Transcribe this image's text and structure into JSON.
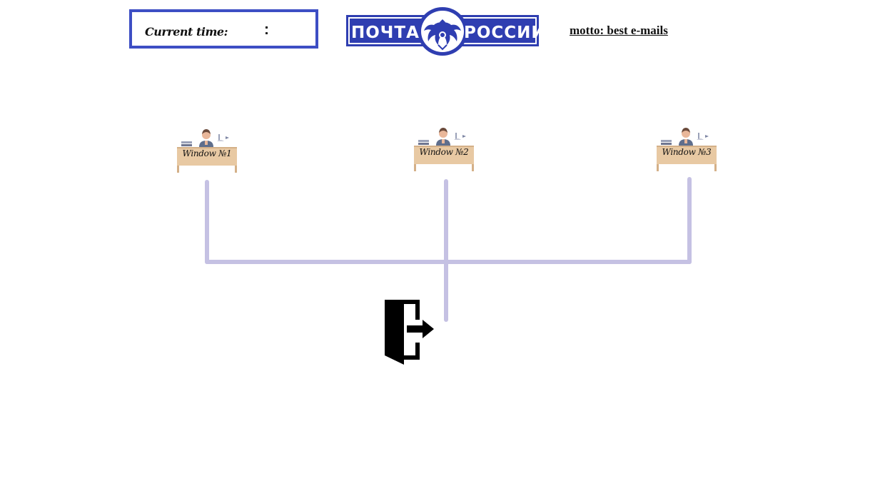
{
  "header": {
    "clock_label": "Current time:",
    "clock_separator": ":",
    "logo_left": "ПОЧТА",
    "logo_right": "РОССИИ",
    "motto": "motto: best e-mails"
  },
  "desks": [
    {
      "label": "Window №1"
    },
    {
      "label": "Window №2"
    },
    {
      "label": "Window №3"
    }
  ],
  "icons": {
    "clerk": "clerk-at-desk-icon",
    "exit": "exit-door-icon",
    "emblem": "double-headed-eagle-emblem"
  },
  "colors": {
    "brand_blue": "#2f3eb1",
    "frame_blue": "#3d4ec4",
    "queue_line": "#c5c1e3",
    "desk_wood": "#e8c9a3"
  }
}
